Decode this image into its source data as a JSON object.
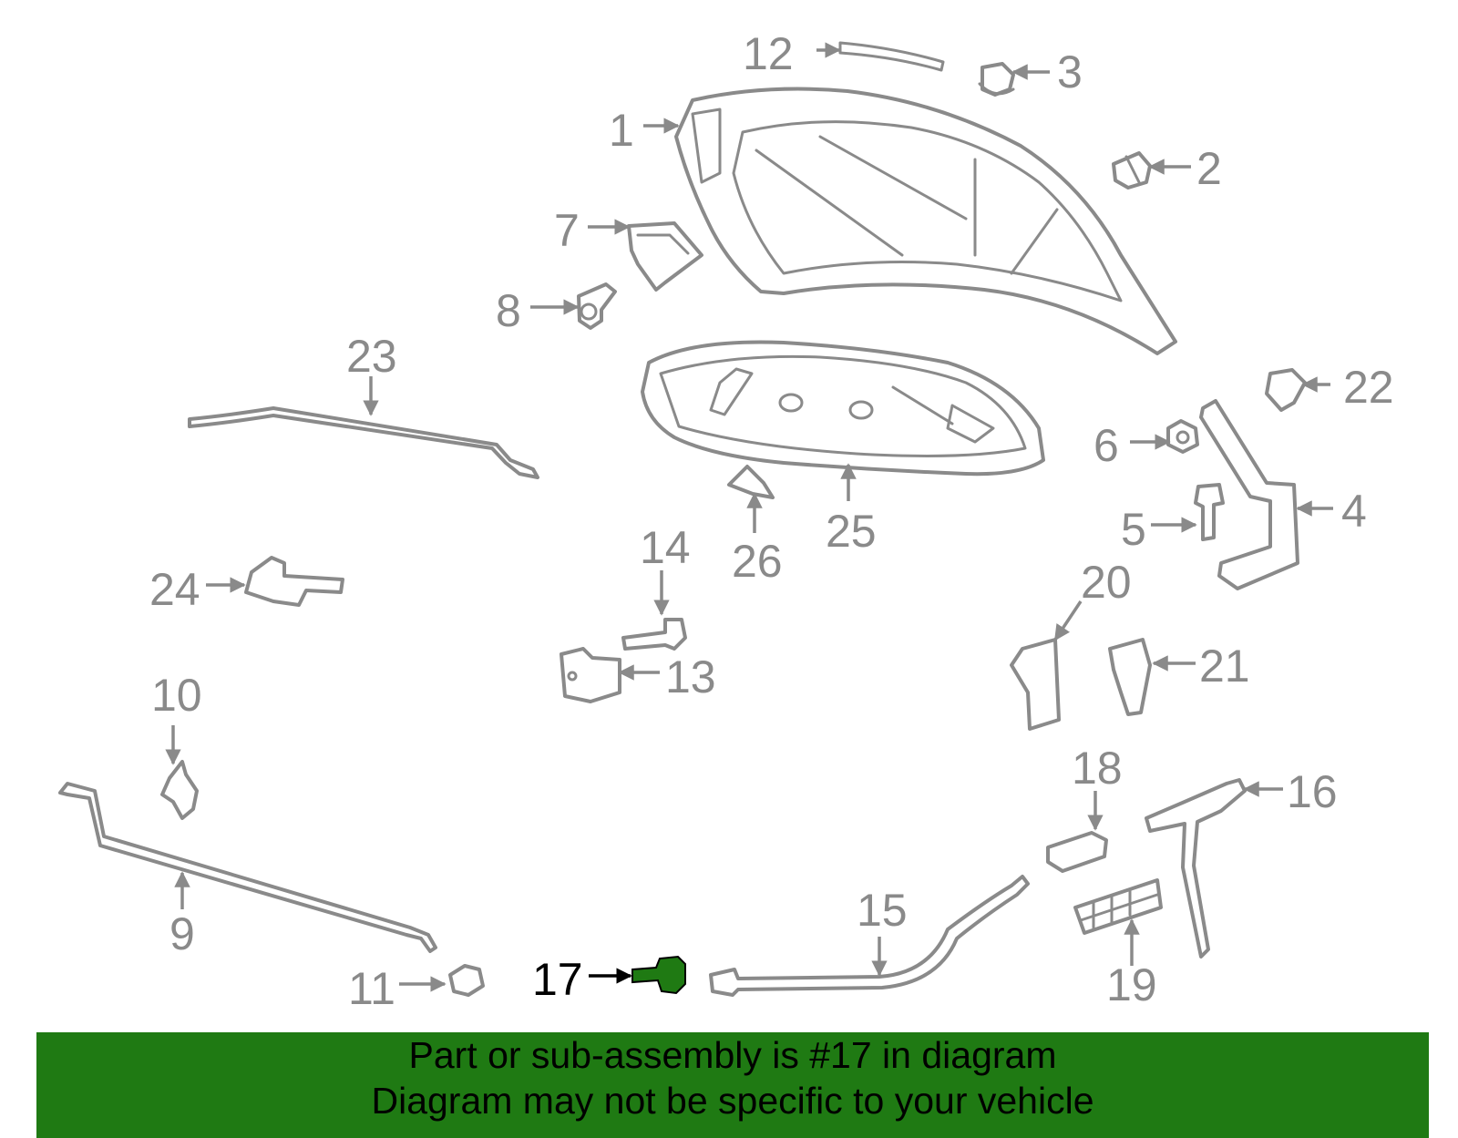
{
  "diagram": {
    "highlight_color": "#1f7a13",
    "line_color": "#8a8a8a",
    "highlighted_callout": "17",
    "callouts": [
      "1",
      "2",
      "3",
      "4",
      "5",
      "6",
      "7",
      "8",
      "9",
      "10",
      "11",
      "12",
      "13",
      "14",
      "15",
      "16",
      "17",
      "18",
      "19",
      "20",
      "21",
      "22",
      "23",
      "24",
      "25",
      "26"
    ]
  },
  "banner": {
    "background": "#1f7a13",
    "line1": "Part or sub-assembly is #17 in diagram",
    "line2": "Diagram may not be specific to your vehicle"
  }
}
